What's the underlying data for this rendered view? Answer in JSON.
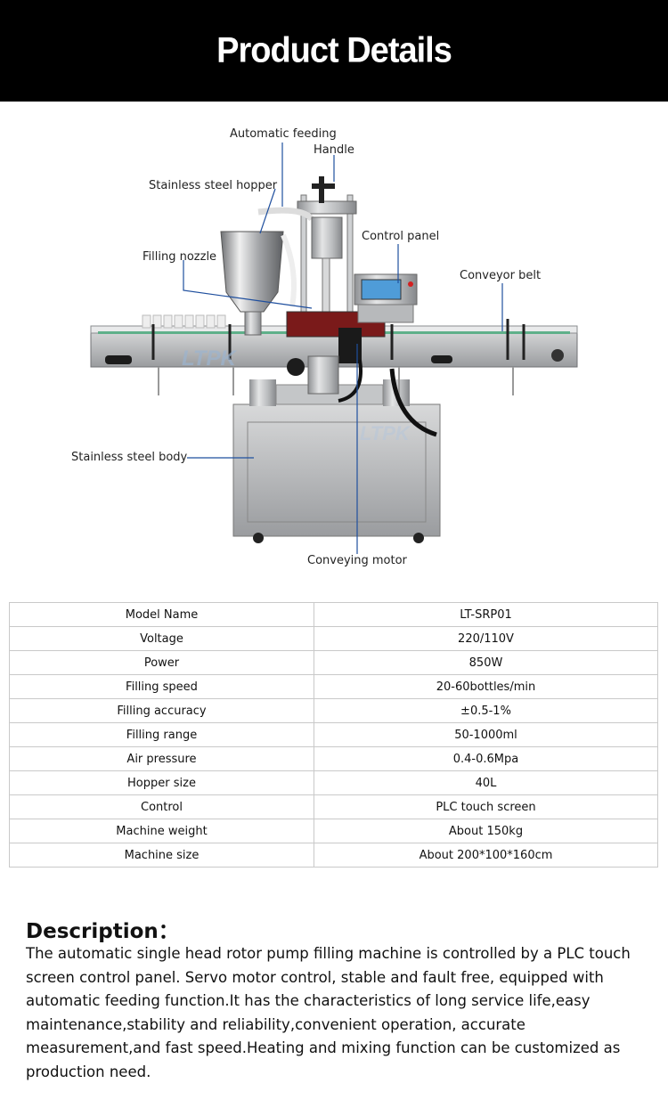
{
  "header": {
    "title": "Product Details"
  },
  "figure": {
    "watermark": "LTPK",
    "callouts": {
      "automatic_feeding": "Automatic feeding",
      "handle": "Handle",
      "hopper": "Stainless steel hopper",
      "control_panel": "Control panel",
      "filling_nozzle": "Filling nozzle",
      "conveyor_belt": "Conveyor belt",
      "body": "Stainless steel body",
      "conveying_motor": "Conveying motor"
    }
  },
  "specs": [
    {
      "name": "Model Name",
      "value": "LT-SRP01"
    },
    {
      "name": "Voltage",
      "value": "220/110V"
    },
    {
      "name": "Power",
      "value": "850W"
    },
    {
      "name": "Filling speed",
      "value": "20-60bottles/min"
    },
    {
      "name": "Filling accuracy",
      "value": "±0.5-1%"
    },
    {
      "name": "Filling range",
      "value": "50-1000ml"
    },
    {
      "name": "Air pressure",
      "value": "0.4-0.6Mpa"
    },
    {
      "name": "Hopper size",
      "value": "40L"
    },
    {
      "name": "Control",
      "value": "PLC touch screen"
    },
    {
      "name": "Machine weight",
      "value": "About 150kg"
    },
    {
      "name": "Machine size",
      "value": "About 200*100*160cm"
    }
  ],
  "description": {
    "title": "Description：",
    "text": "The automatic single head rotor pump filling machine is controlled by a PLC touch screen control panel. Servo motor control, stable and fault free, equipped with automatic feeding function.It has the characteristics of long service life,easy maintenance,stability and reliability,convenient operation, accurate measurement,and fast speed.Heating and mixing function can be customized as production need."
  }
}
